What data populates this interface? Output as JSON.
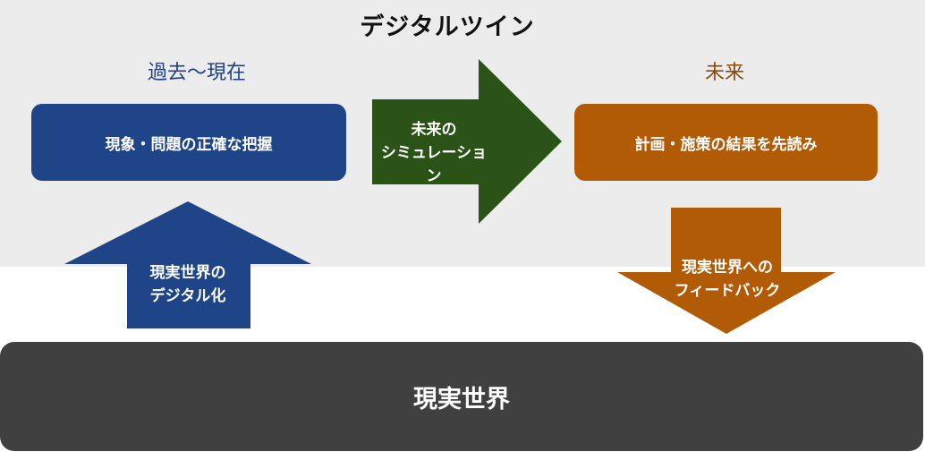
{
  "title": "デジタルツイン",
  "labels": {
    "past_present": "過去〜現在",
    "future": "未来"
  },
  "boxes": {
    "past": "現象・問題の正確な把握",
    "future": "計画・施策の結果を先読み"
  },
  "arrows": {
    "simulation": "未来の\nシミュレーション",
    "digitization": "現実世界の\nデジタル化",
    "feedback": "現実世界への\nフィードバック"
  },
  "real_world": "現実世界",
  "colors": {
    "panel_background": "#ececec",
    "past_blue": "#1f4588",
    "simulation_green": "#2b5317",
    "future_orange": "#b15b07",
    "real_world_gray": "#404040"
  }
}
